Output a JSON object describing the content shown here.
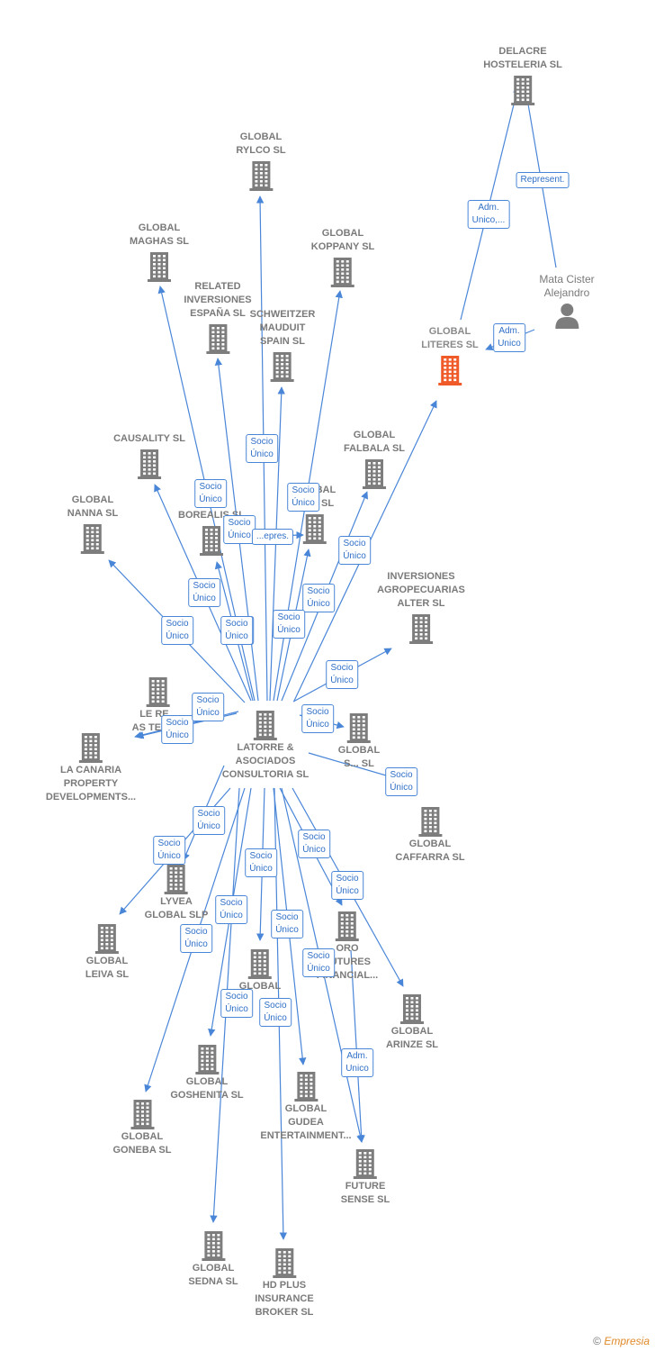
{
  "footer": {
    "copyright": "©",
    "brand": "Empresia"
  },
  "nodes": [
    {
      "id": "center",
      "label": "LATORRE &\nASOCIADOS\nCONSULTORIA SL",
      "kind": "company"
    },
    {
      "id": "delacre",
      "label": "DELACRE\nHOSTELERIA SL",
      "kind": "company"
    },
    {
      "id": "mata",
      "label": "Mata Cister\nAlejandro",
      "kind": "person"
    },
    {
      "id": "litere",
      "label": "GLOBAL\nLITERES SL",
      "kind": "focus"
    },
    {
      "id": "rylco",
      "label": "GLOBAL\nRYLCO SL",
      "kind": "company"
    },
    {
      "id": "maghas",
      "label": "GLOBAL\nMAGHAS SL",
      "kind": "company"
    },
    {
      "id": "koppany",
      "label": "GLOBAL\nKOPPANY SL",
      "kind": "company"
    },
    {
      "id": "related",
      "label": "RELATED\nINVERSIONES\nESPAÑA SL",
      "kind": "company"
    },
    {
      "id": "schweitzer",
      "label": "SCHWEITZER\nMAUDUIT\nSPAIN SL",
      "kind": "company"
    },
    {
      "id": "causality",
      "label": "CAUSALITY SL",
      "kind": "company"
    },
    {
      "id": "falbala",
      "label": "GLOBAL\nFALBALA SL",
      "kind": "company"
    },
    {
      "id": "nanna",
      "label": "GLOBAL\nNANNA SL",
      "kind": "company"
    },
    {
      "id": "borealis",
      "label": "BOREALIS SL",
      "kind": "company"
    },
    {
      "id": "globalr",
      "label": "GLOBAL\nD...R SL",
      "kind": "company"
    },
    {
      "id": "agro",
      "label": "INVERSIONES\nAGROPECUARIAS\nALTER SL",
      "kind": "company"
    },
    {
      "id": "lere",
      "label": "LE RE...\nAS TERM...",
      "kind": "company"
    },
    {
      "id": "canaria",
      "label": "LA CANARIA\nPROPERTY\nDEVELOPMENTS...",
      "kind": "company"
    },
    {
      "id": "globals",
      "label": "GLOBAL\nS... SL",
      "kind": "company"
    },
    {
      "id": "caffarra",
      "label": "GLOBAL\nCAFFARRA SL",
      "kind": "company"
    },
    {
      "id": "lyvea",
      "label": "LYVEA\nGLOBAL SLP",
      "kind": "company"
    },
    {
      "id": "leiva",
      "label": "GLOBAL\nLEIVA SL",
      "kind": "company"
    },
    {
      "id": "oro",
      "label": "ORO\nFUTURES\nFINANCIAL...",
      "kind": "company"
    },
    {
      "id": "globalmid",
      "label": "GLOBAL",
      "kind": "company"
    },
    {
      "id": "arinze",
      "label": "GLOBAL\nARINZE SL",
      "kind": "company"
    },
    {
      "id": "goshenita",
      "label": "GLOBAL\nGOSHENITA SL",
      "kind": "company"
    },
    {
      "id": "goneba",
      "label": "GLOBAL\nGONEBA SL",
      "kind": "company"
    },
    {
      "id": "gudea",
      "label": "GLOBAL\nGUDEA\nENTERTAINMENT...",
      "kind": "company"
    },
    {
      "id": "future",
      "label": "FUTURE\nSENSE SL",
      "kind": "company"
    },
    {
      "id": "sedna",
      "label": "GLOBAL\nSEDNA SL",
      "kind": "company"
    },
    {
      "id": "hdplus",
      "label": "HD PLUS\nINSURANCE\nBROKER SL",
      "kind": "company"
    }
  ],
  "edges": [
    {
      "from": "litere",
      "to": "delacre",
      "label": "Adm.\nUnico,..."
    },
    {
      "from": "mata",
      "to": "delacre",
      "label": "Represent."
    },
    {
      "from": "mata",
      "to": "litere",
      "label": "Adm.\nUnico"
    },
    {
      "from": "center",
      "to": "rylco",
      "label": "Socio\nÚnico"
    },
    {
      "from": "center",
      "to": "maghas",
      "label": "Socio\nÚnico"
    },
    {
      "from": "center",
      "to": "koppany",
      "label": "Socio\nÚnico"
    },
    {
      "from": "center",
      "to": "related",
      "label": "Socio\nÚnico"
    },
    {
      "from": "center",
      "to": "schweitzer",
      "label": "Socio\nÚnico"
    },
    {
      "from": "center",
      "to": "causality",
      "label": "Socio\nÚnico"
    },
    {
      "from": "center",
      "to": "falbala",
      "label": "Socio\nÚnico"
    },
    {
      "from": "center",
      "to": "litere",
      "label": "Socio\nÚnico"
    },
    {
      "from": "center",
      "to": "nanna",
      "label": "Socio\nÚnico"
    },
    {
      "from": "center",
      "to": "borealis",
      "label": "Socio\nÚnico"
    },
    {
      "from": "center",
      "to": "globalr",
      "label": "Socio\nÚnico"
    },
    {
      "from": "borealis",
      "to": "globalr",
      "label": "...epres."
    },
    {
      "from": "center",
      "to": "agro",
      "label": "Socio\nÚnico"
    },
    {
      "from": "center",
      "to": "lere",
      "label": "Socio\nÚnico"
    },
    {
      "from": "center",
      "to": "canaria",
      "label": "Socio\nÚnico"
    },
    {
      "from": "center",
      "to": "globals",
      "label": "Socio\nÚnico"
    },
    {
      "from": "center",
      "to": "caffarra",
      "label": "Socio\nÚnico"
    },
    {
      "from": "center",
      "to": "lyvea",
      "label": "Socio\nÚnico"
    },
    {
      "from": "center",
      "to": "leiva",
      "label": "Socio\nÚnico"
    },
    {
      "from": "center",
      "to": "oro",
      "label": "Socio\nÚnico"
    },
    {
      "from": "center",
      "to": "globalmid",
      "label": "Socio\nÚnico"
    },
    {
      "from": "center",
      "to": "arinze",
      "label": "Socio\nÚnico"
    },
    {
      "from": "center",
      "to": "goshenita",
      "label": "Socio\nÚnico"
    },
    {
      "from": "center",
      "to": "goneba",
      "label": "Socio\nÚnico"
    },
    {
      "from": "center",
      "to": "gudea",
      "label": "Socio\nÚnico"
    },
    {
      "from": "center",
      "to": "future",
      "label": "Socio\nÚnico"
    },
    {
      "from": "oro",
      "to": "future",
      "label": "Adm.\nUnico"
    },
    {
      "from": "center",
      "to": "sedna",
      "label": "Socio\nÚnico"
    },
    {
      "from": "center",
      "to": "hdplus",
      "label": "Socio\nÚnico"
    }
  ],
  "colors": {
    "edge": "#4a86d8",
    "icon": "#7d7d7d",
    "focus": "#f05a28"
  },
  "icons": {
    "company": "building-icon",
    "person": "person-icon"
  }
}
